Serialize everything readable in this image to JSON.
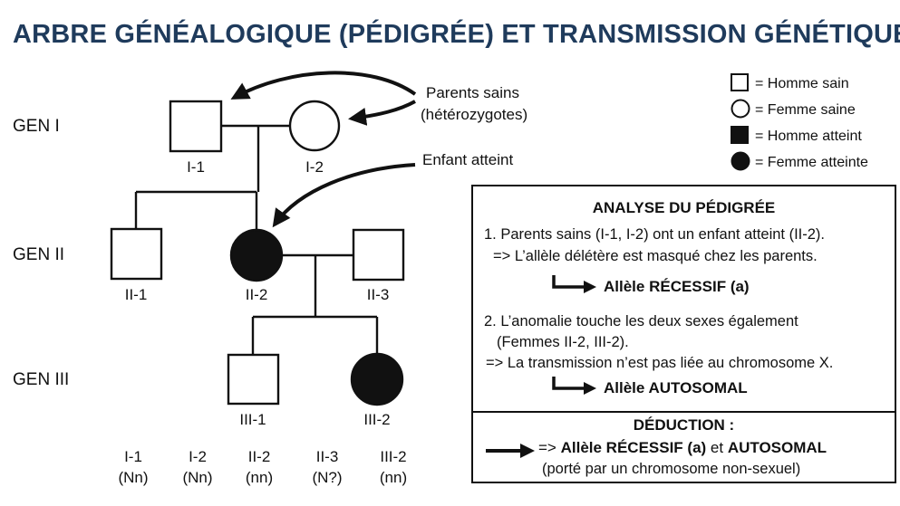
{
  "title": "ARBRE GÉNÉALOGIQUE (PÉDIGRÉE) ET TRANSMISSION GÉNÉTIQUE",
  "generations": [
    "GEN I",
    "GEN II",
    "GEN III"
  ],
  "individuals": {
    "I1": {
      "id": "I-1",
      "sex": "male",
      "affected": false
    },
    "I2": {
      "id": "I-2",
      "sex": "female",
      "affected": false
    },
    "II1": {
      "id": "II-1",
      "sex": "male",
      "affected": false
    },
    "II2": {
      "id": "II-2",
      "sex": "female",
      "affected": true
    },
    "II3": {
      "id": "II-3",
      "sex": "male",
      "affected": false
    },
    "III1": {
      "id": "III-1",
      "sex": "male",
      "affected": false
    },
    "III2": {
      "id": "III-2",
      "sex": "female",
      "affected": true
    }
  },
  "annotations": {
    "parents_line1": "Parents sains",
    "parents_line2": "(hétérozygotes)",
    "affected_child": "Enfant atteint"
  },
  "legend": {
    "healthy_male": "= Homme sain",
    "healthy_female": "= Femme saine",
    "affected_male": "= Homme atteint",
    "affected_female": "= Femme atteinte"
  },
  "genotypes": [
    {
      "id": "I-1",
      "genotype": "(Nn)"
    },
    {
      "id": "I-2",
      "genotype": "(Nn)"
    },
    {
      "id": "II-2",
      "genotype": "(nn)"
    },
    {
      "id": "II-3",
      "genotype": "(N?)"
    },
    {
      "id": "III-2",
      "genotype": "(nn)"
    }
  ],
  "analysis": {
    "heading": "ANALYSE DU PÉDIGRÉE",
    "point1_line1": "1. Parents sains (I-1, I-2) ont un enfant atteint (II-2).",
    "point1_line2": "=> L’allèle délétère est masqué chez les parents.",
    "result1": "Allèle RÉCESSIF (a)",
    "point2_line1": "2. L’anomalie touche les deux sexes également",
    "point2_line2": "(Femmes II-2, III-2).",
    "point2_line3": "=> La transmission n’est pas liée au chromosome X.",
    "result2": "Allèle AUTOSOMAL",
    "deduction_heading": "DÉDUCTION :",
    "deduction_prefix": "=> ",
    "deduction_recessive": "Allèle RÉCESSIF (a)",
    "deduction_and": " et ",
    "deduction_autosomal": "AUTOSOMAL",
    "deduction_note": "(porté par un chromosome non-sexuel)"
  }
}
